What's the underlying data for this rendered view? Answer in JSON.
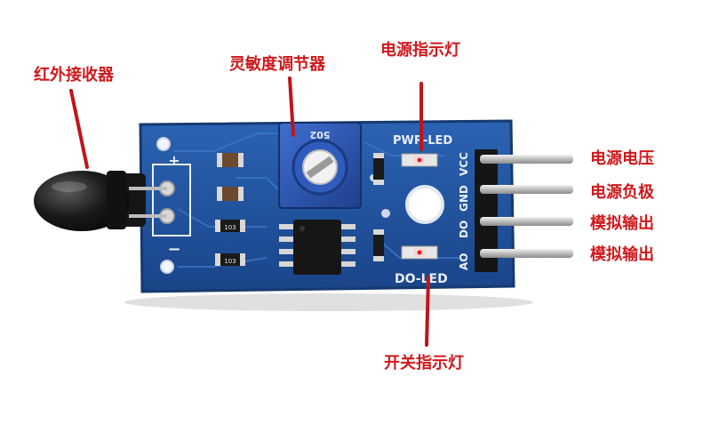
{
  "labels": {
    "ir_receiver": "红外接收器",
    "sensitivity_pot": "灵敏度调节器",
    "power_led": "电源指示灯",
    "vcc": "电源电压",
    "gnd": "电源负极",
    "analog_out": "模拟输出",
    "digital_out": "模拟输出",
    "switch_led": "开关指示灯"
  },
  "silkscreen": {
    "pwr_led": "PWR-LED",
    "do_led": "DO-LED",
    "pins": [
      "VCC",
      "GND",
      "DO",
      "AO"
    ],
    "plus": "+",
    "minus": "−",
    "pot_marking": "502",
    "resistor_1": "103",
    "resistor_2": "103"
  },
  "colors": {
    "label": "#d0181c",
    "pointer": "#c0141a",
    "pcb": "#1f4f96",
    "pcb_edge": "#173c76",
    "potentiometer": "#2d58b8",
    "pins": "#cfcfcf"
  }
}
